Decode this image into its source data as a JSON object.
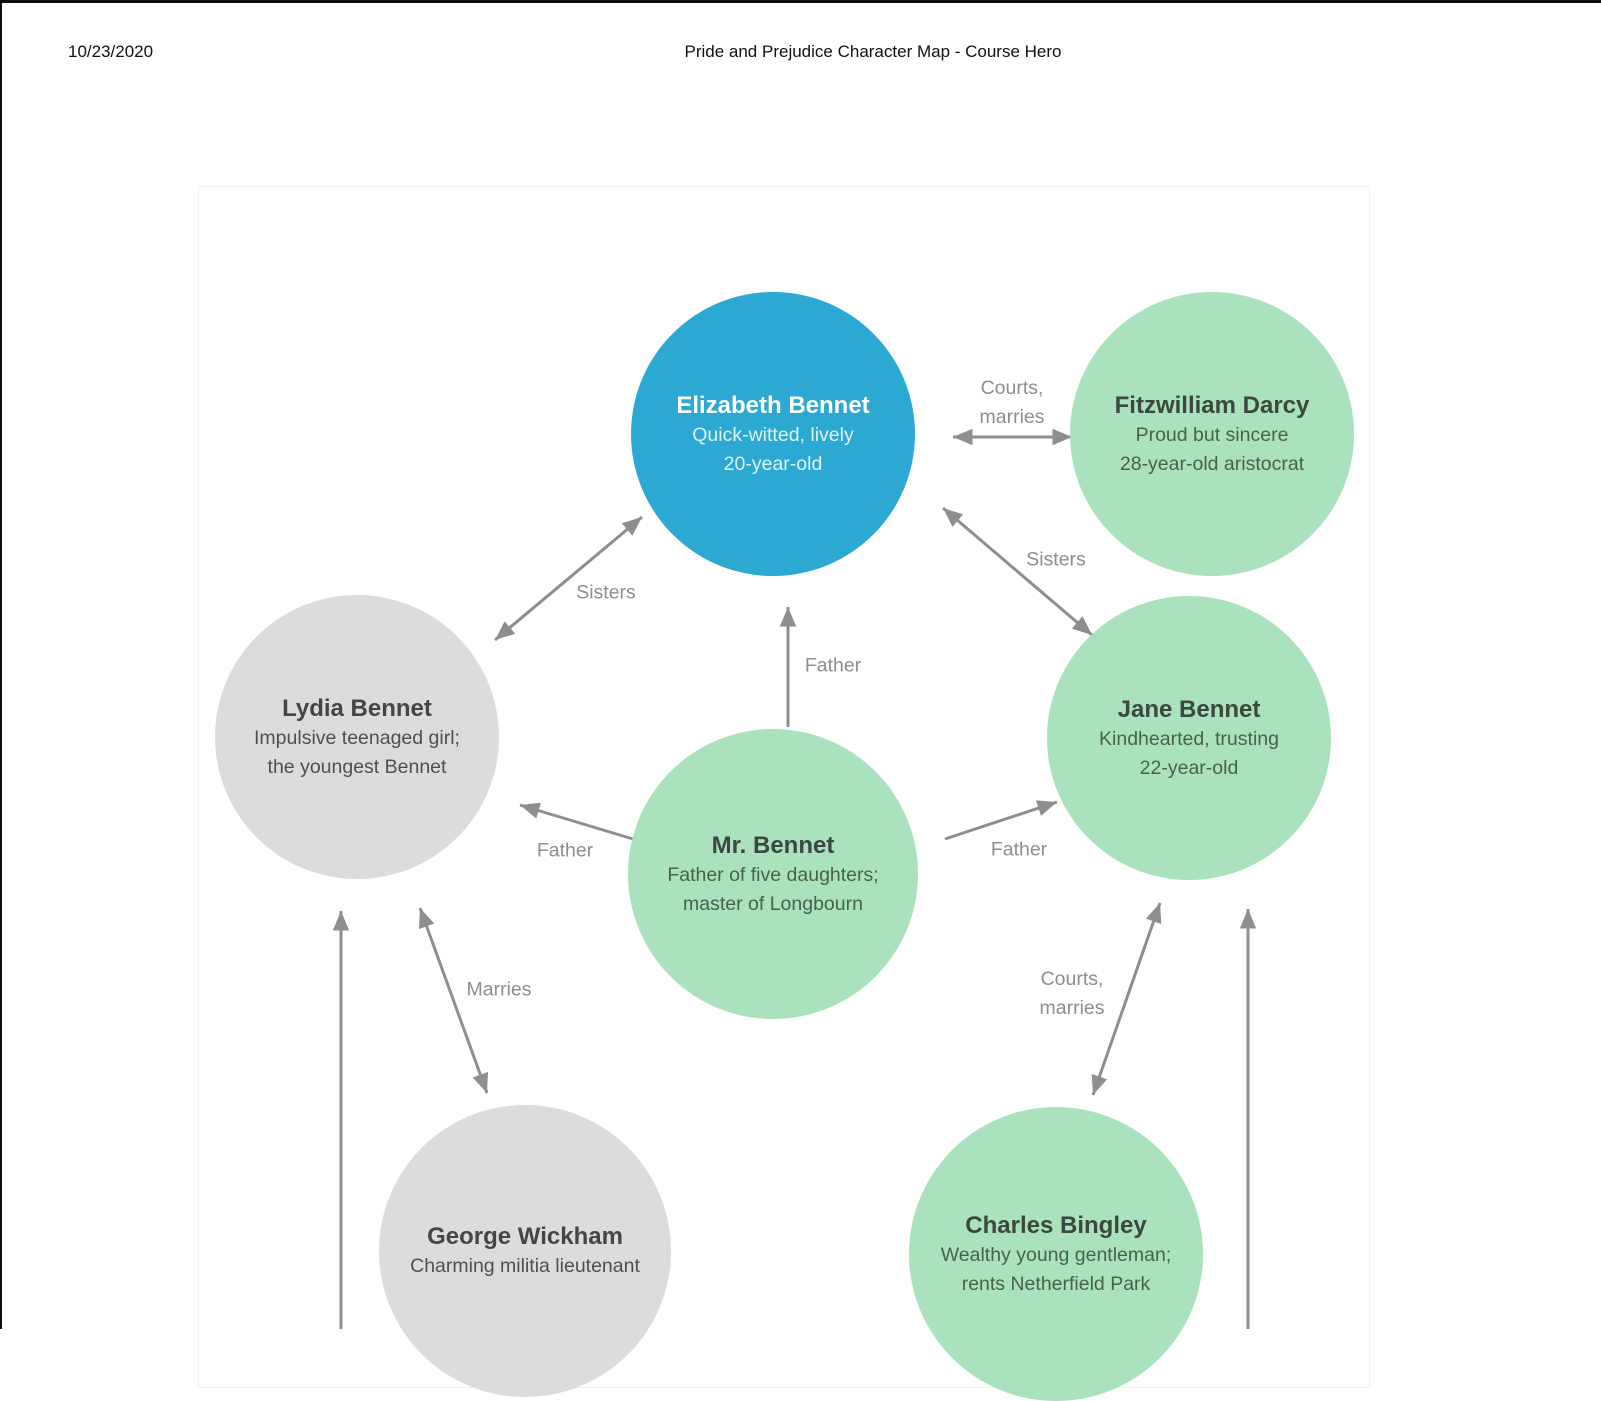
{
  "header": {
    "date": "10/23/2020",
    "title": "Pride and Prejudice Character Map - Course Hero"
  },
  "colors": {
    "node_blue": "#2BA9D3",
    "node_green": "#AAE2BE",
    "node_gray": "#DCDCDC",
    "arrow": "#8E8E8E",
    "relationship_label": "#8E8E8E"
  },
  "characters": [
    {
      "id": "elizabeth-bennet",
      "name": "Elizabeth Bennet",
      "desc1": "Quick-witted, lively",
      "desc2": "20-year-old",
      "color": "blue"
    },
    {
      "id": "fitzwilliam-darcy",
      "name": "Fitzwilliam Darcy",
      "desc1": "Proud but sincere",
      "desc2": "28-year-old aristocrat",
      "color": "green"
    },
    {
      "id": "lydia-bennet",
      "name": "Lydia Bennet",
      "desc1": "Impulsive teenaged girl;",
      "desc2": "the youngest Bennet",
      "color": "gray"
    },
    {
      "id": "jane-bennet",
      "name": "Jane Bennet",
      "desc1": "Kindhearted, trusting",
      "desc2": "22-year-old",
      "color": "green"
    },
    {
      "id": "mr-bennet",
      "name": "Mr. Bennet",
      "desc1": "Father of five daughters;",
      "desc2": "master of Longbourn",
      "color": "green"
    },
    {
      "id": "george-wickham",
      "name": "George Wickham",
      "desc1": "Charming militia lieutenant",
      "color": "gray"
    },
    {
      "id": "charles-bingley",
      "name": "Charles Bingley",
      "desc1": "Wealthy young gentleman;",
      "desc2": "rents Netherfield Park",
      "color": "green"
    }
  ],
  "relationships": [
    {
      "from": "elizabeth-bennet",
      "to": "fitzwilliam-darcy",
      "label": "Courts, marries",
      "lines": [
        "Courts,",
        "marries"
      ],
      "direction": "both"
    },
    {
      "from": "elizabeth-bennet",
      "to": "jane-bennet",
      "label": "Sisters",
      "lines": [
        "Sisters"
      ],
      "direction": "both"
    },
    {
      "from": "elizabeth-bennet",
      "to": "lydia-bennet",
      "label": "Sisters",
      "lines": [
        "Sisters"
      ],
      "direction": "both"
    },
    {
      "from": "mr-bennet",
      "to": "elizabeth-bennet",
      "label": "Father",
      "lines": [
        "Father"
      ],
      "direction": "to"
    },
    {
      "from": "mr-bennet",
      "to": "lydia-bennet",
      "label": "Father",
      "lines": [
        "Father"
      ],
      "direction": "to"
    },
    {
      "from": "mr-bennet",
      "to": "jane-bennet",
      "label": "Father",
      "lines": [
        "Father"
      ],
      "direction": "to"
    },
    {
      "from": "lydia-bennet",
      "to": "george-wickham",
      "label": "Marries",
      "lines": [
        "Marries"
      ],
      "direction": "both"
    },
    {
      "from": "jane-bennet",
      "to": "charles-bingley",
      "label": "Courts, marries",
      "lines": [
        "Courts,",
        "marries"
      ],
      "direction": "both"
    },
    {
      "from": "offscreen-bottom",
      "to": "lydia-bennet",
      "label": "",
      "lines": [],
      "direction": "to"
    },
    {
      "from": "offscreen-bottom",
      "to": "jane-bennet",
      "label": "",
      "lines": [],
      "direction": "to"
    }
  ]
}
